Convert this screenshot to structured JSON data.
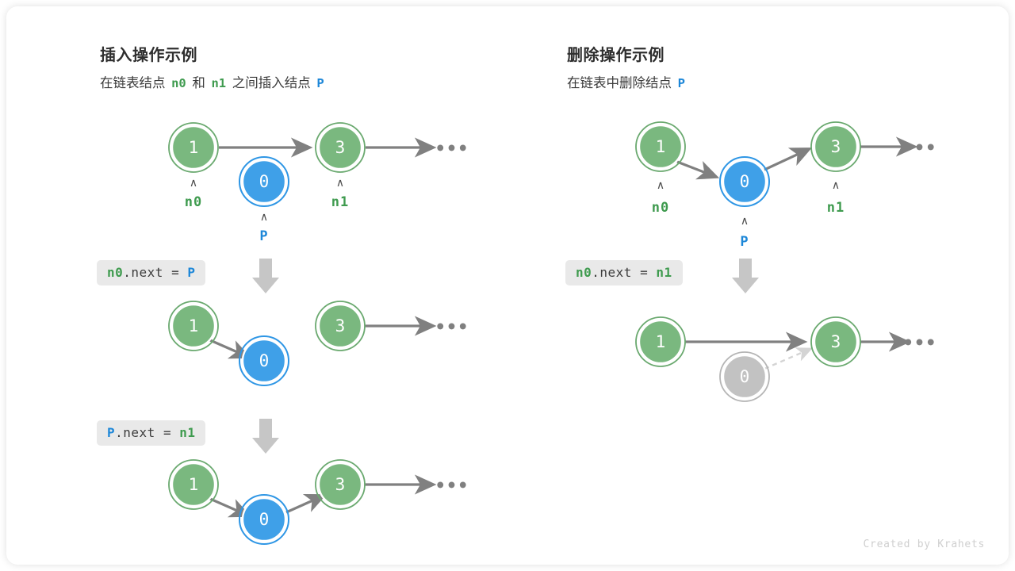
{
  "theme": {
    "green": "#7ab87f",
    "green_ring": "#6aa96f",
    "green_text": "#3f9b4f",
    "blue": "#3fa0e8",
    "blue_ring": "#2e96e5",
    "blue_text": "#1d87d8",
    "gray_node": "#c2c2c2",
    "gray_ring": "#b5b5b5",
    "arrow": "#808080",
    "dashed_arrow": "#d4d4d4",
    "chip_bg": "#e9e9e9",
    "big_arrow": "#c6c6c6",
    "card_bg": "#ffffff"
  },
  "insert_panel": {
    "title": "插入操作示例",
    "subtitle_parts": [
      {
        "text": "在链表结点",
        "kind": "plain"
      },
      {
        "text": "n0",
        "kind": "green"
      },
      {
        "text": "和",
        "kind": "plain"
      },
      {
        "text": "n1",
        "kind": "green"
      },
      {
        "text": "之间插入结点",
        "kind": "plain"
      },
      {
        "text": "P",
        "kind": "blue"
      }
    ],
    "steps": [
      {
        "code_parts": [
          {
            "text": "n0",
            "kind": "green"
          },
          {
            "text": ".next = ",
            "kind": "plain"
          },
          {
            "text": "P",
            "kind": "blue"
          }
        ]
      },
      {
        "code_parts": [
          {
            "text": "P",
            "kind": "blue"
          },
          {
            "text": ".next = ",
            "kind": "plain"
          },
          {
            "text": "n1",
            "kind": "green"
          }
        ]
      }
    ],
    "rows": [
      {
        "name": "initial-state",
        "nodes": [
          {
            "value": "1",
            "color": "green",
            "pointer": "n0",
            "pointer_color": "green"
          },
          {
            "value": "0",
            "color": "blue",
            "pointer": "P",
            "pointer_color": "blue"
          },
          {
            "value": "3",
            "color": "green",
            "pointer": "n1",
            "pointer_color": "green"
          }
        ],
        "ellipsis": "•••"
      },
      {
        "name": "after-n0-next-p",
        "nodes": [
          {
            "value": "1",
            "color": "green"
          },
          {
            "value": "0",
            "color": "blue"
          },
          {
            "value": "3",
            "color": "green"
          }
        ],
        "ellipsis": "•••"
      },
      {
        "name": "after-p-next-n1",
        "nodes": [
          {
            "value": "1",
            "color": "green"
          },
          {
            "value": "0",
            "color": "blue"
          },
          {
            "value": "3",
            "color": "green"
          }
        ],
        "ellipsis": "•••"
      }
    ]
  },
  "delete_panel": {
    "title": "删除操作示例",
    "subtitle_parts": [
      {
        "text": "在链表中删除结点",
        "kind": "plain"
      },
      {
        "text": "P",
        "kind": "blue"
      }
    ],
    "steps": [
      {
        "code_parts": [
          {
            "text": "n0",
            "kind": "green"
          },
          {
            "text": ".next = ",
            "kind": "plain"
          },
          {
            "text": "n1",
            "kind": "green"
          }
        ]
      }
    ],
    "rows": [
      {
        "name": "initial-state",
        "nodes": [
          {
            "value": "1",
            "color": "green",
            "pointer": "n0",
            "pointer_color": "green"
          },
          {
            "value": "0",
            "color": "blue",
            "pointer": "P",
            "pointer_color": "blue"
          },
          {
            "value": "3",
            "color": "green",
            "pointer": "n1",
            "pointer_color": "green"
          }
        ],
        "ellipsis": "•••"
      },
      {
        "name": "after-deletion",
        "nodes": [
          {
            "value": "1",
            "color": "green"
          },
          {
            "value": "0",
            "color": "gray"
          },
          {
            "value": "3",
            "color": "green"
          }
        ],
        "ellipsis": "•••"
      }
    ]
  },
  "caret_glyph": "∧",
  "credit": "Created by Krahets"
}
